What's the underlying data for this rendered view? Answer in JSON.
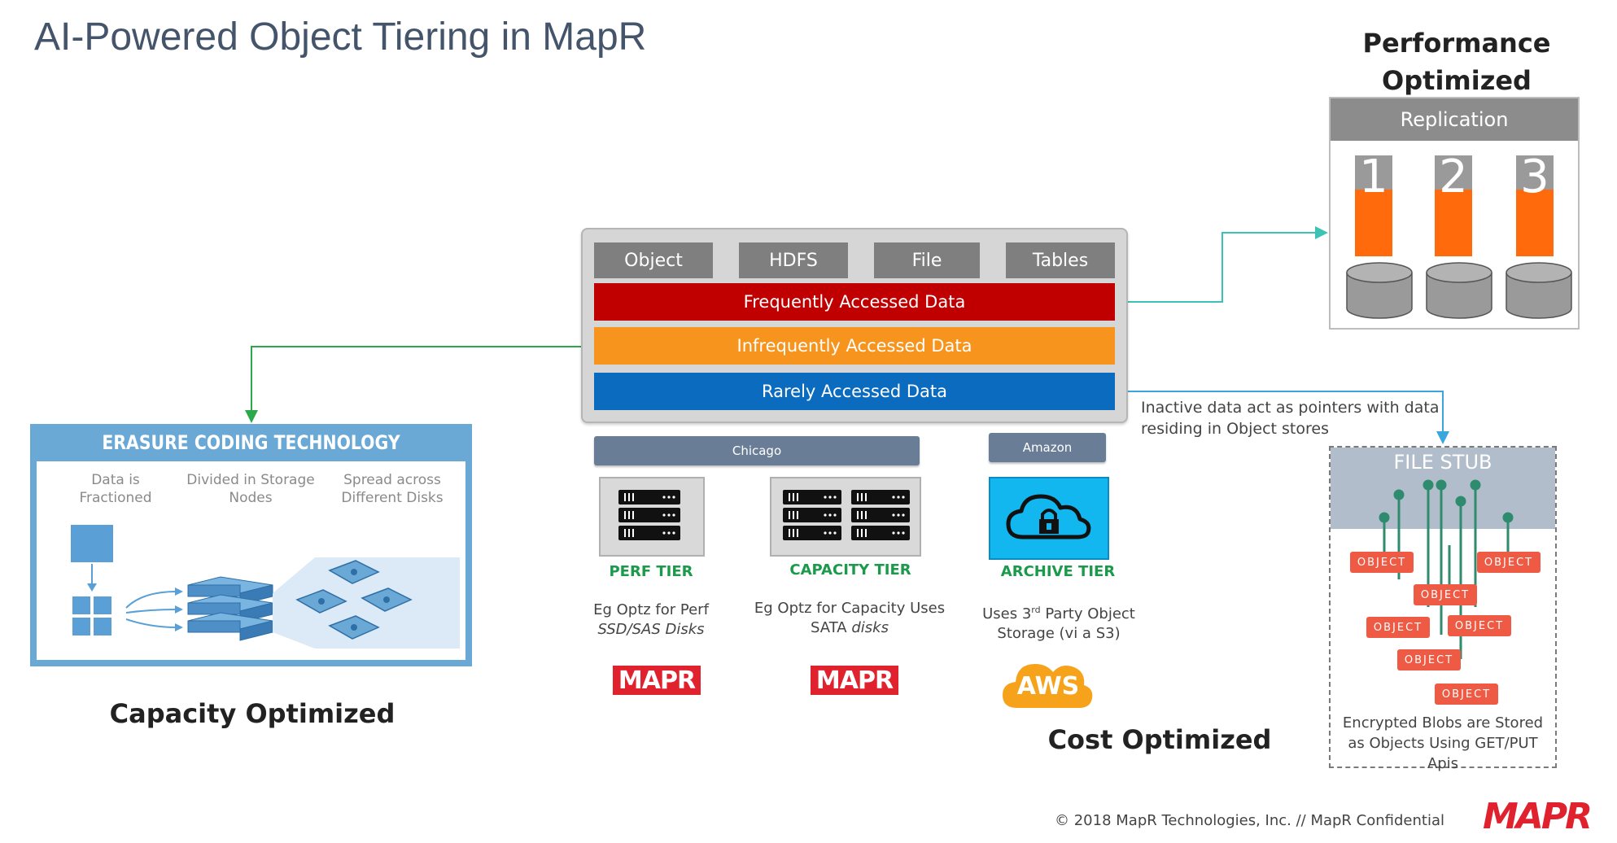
{
  "title": "AI-Powered Object Tiering in MapR",
  "performance_label": "Performance Optimized",
  "capacity_label": "Capacity Optimized",
  "cost_label": "Cost Optimized",
  "protocol_tabs": [
    "Object",
    "HDFS",
    "File",
    "Tables"
  ],
  "data_tiers": [
    {
      "label": "Frequently Accessed Data",
      "color": "#c00000"
    },
    {
      "label": "Infrequently Accessed Data",
      "color": "#f7941d"
    },
    {
      "label": "Rarely  Accessed Data",
      "color": "#0a6bbf"
    }
  ],
  "sites": {
    "chicago": "Chicago",
    "amazon": "Amazon"
  },
  "tiers": {
    "perf": {
      "name": "PERF TIER",
      "desc_plain": "Eg Optz for Perf ",
      "desc_em": "SSD/SAS Disks"
    },
    "capacity": {
      "name": "CAPACITY TIER",
      "desc_plain": "Eg Optz for Capacity Uses SATA ",
      "desc_em": "disks"
    },
    "archive": {
      "name": "ARCHIVE TIER",
      "desc_pre": "Uses 3",
      "desc_sup": "rd",
      "desc_post": " Party Object Storage (vi a S3)"
    }
  },
  "logo_text": "MAPR",
  "aws_text": "AWS",
  "erasure": {
    "title": "ERASURE CODING TECHNOLOGY",
    "step1": "Data is Fractioned",
    "step2": "Divided in Storage Nodes",
    "step3": "Spread across Different Disks"
  },
  "replication": {
    "title": "Replication",
    "copies": [
      "1",
      "2",
      "3"
    ]
  },
  "inactive_note": "Inactive data act as pointers with data residing in Object stores",
  "file_stub": {
    "title": "FILE STUB",
    "object_label": "OBJECT",
    "caption": "Encrypted Blobs are Stored as Objects Using GET/PUT Apis"
  },
  "footer": "© 2018 MapR Technologies, Inc.  //  MapR Confidential",
  "colors": {
    "accent_green": "#1a9a4a",
    "brand_red": "#e0222e",
    "arrow_teal": "#3cc3b5",
    "arrow_green": "#2aa84a",
    "arrow_blue": "#3aa6dd"
  }
}
